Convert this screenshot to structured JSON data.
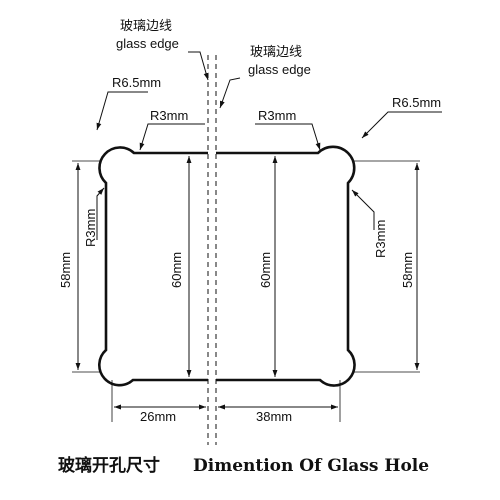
{
  "labels": {
    "glass_edge_cn": "玻璃边线",
    "glass_edge_en": "glass edge",
    "corner_radius_large": "R6.5mm",
    "corner_radius_small": "R3mm",
    "left_piece_height": "58mm",
    "piece_inner_height": "60mm",
    "left_piece_width": "26mm",
    "right_piece_width": "38mm",
    "right_piece_height": "58mm"
  },
  "title": {
    "cn": "玻璃开孔尺寸",
    "en": "Dimention Of Glass Hole"
  }
}
